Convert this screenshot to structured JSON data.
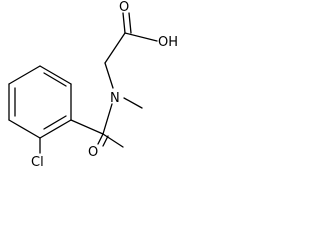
{
  "atoms": {
    "oh": "OH",
    "carbonyl_o": "O",
    "n": "N",
    "amide_o": "O",
    "cl": "Cl"
  },
  "colors": {
    "bond": "#000000",
    "label": "#000000",
    "background": "#ffffff"
  }
}
